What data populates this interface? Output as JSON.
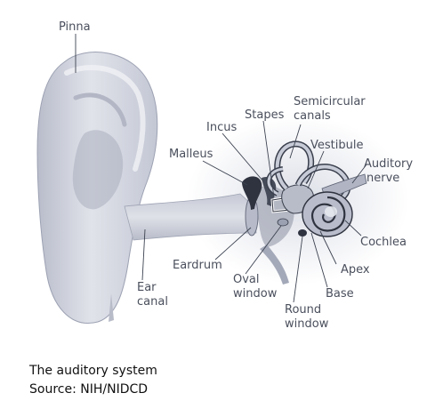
{
  "labels": {
    "pinna": "Pinna",
    "semicircular_1": "Semicircular",
    "semicircular_2": "canals",
    "stapes": "Stapes",
    "incus": "Incus",
    "malleus": "Malleus",
    "vestibule": "Vestibule",
    "auditory_nerve_1": "Auditory",
    "auditory_nerve_2": "nerve",
    "cochlea": "Cochlea",
    "eardrum": "Eardrum",
    "apex": "Apex",
    "ear_canal_1": "Ear",
    "ear_canal_2": "canal",
    "oval_window_1": "Oval",
    "oval_window_2": "window",
    "base": "Base",
    "round_window_1": "Round",
    "round_window_2": "window"
  },
  "caption": {
    "line1": "The auditory system",
    "line2": "Source: NIH/NIDCD"
  },
  "colors": {
    "ear_fill": "#d3d6e1",
    "ear_shadow": "#a9aebe",
    "bone": "#c2c6d3",
    "dark_outline": "#2f3340",
    "label_text": "#4a4f5c"
  }
}
